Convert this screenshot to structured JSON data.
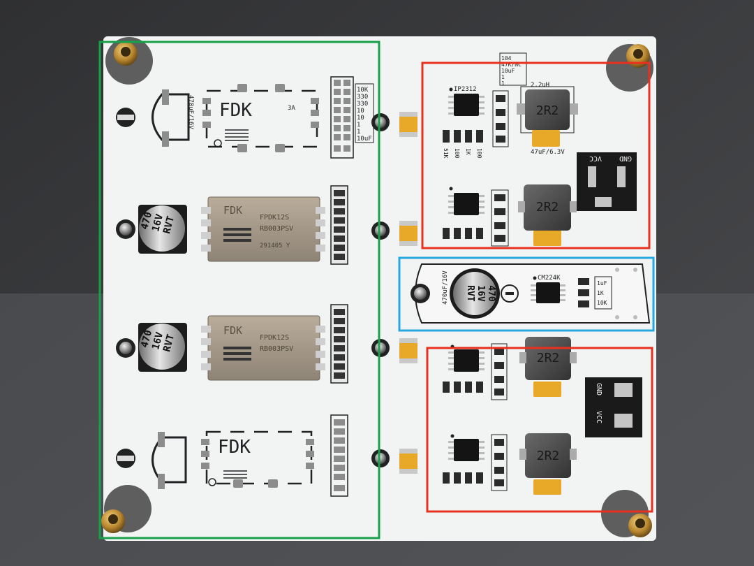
{
  "colors": {
    "background": "#3a3b3d",
    "board": "#f2f3f3",
    "green_box": "#17a24a",
    "red_box": "#e8301f",
    "blue_box": "#28a8e0",
    "silkscreen": "#202224",
    "tantalum": "#e9a928",
    "brass": "#c99a3a"
  },
  "silkscreen": {
    "fdk_top": "FDK",
    "fdk_bottom": "FDK",
    "current_rating": "3A",
    "cap_rating_left": "470uF/16V",
    "cap_rating_mid": "470uF/16V",
    "cap_value": "470",
    "cap_voltage": "16V",
    "cap_series": "RVT",
    "module_brand": "FDK",
    "module_part": "FPDK12S",
    "module_code": "RB003PSV",
    "module_date": "291405 Y",
    "resistor_values": [
      "10K",
      "330",
      "330",
      "10",
      "10",
      "1",
      "1",
      "10uF"
    ],
    "opt_values": [
      "104",
      "47K/NC",
      "10uF",
      "1",
      "1"
    ],
    "ic_top": "IP2312",
    "ic_mid": "CM224K",
    "inductor_value": "2.2uH",
    "inductor_marking": "2R2",
    "small_values": [
      "51K",
      "100",
      "1K",
      "100"
    ],
    "tantalum_rating": "47uF/6.3V",
    "mid_values": [
      "1uF",
      "1K",
      "10K"
    ],
    "pin_gnd": "GND",
    "pin_vcc": "VCC"
  },
  "annotations": {
    "green": "linear-modules-region",
    "red_top": "buck-converter-1",
    "blue": "charge-indicator",
    "red_bottom": "buck-converter-2"
  }
}
